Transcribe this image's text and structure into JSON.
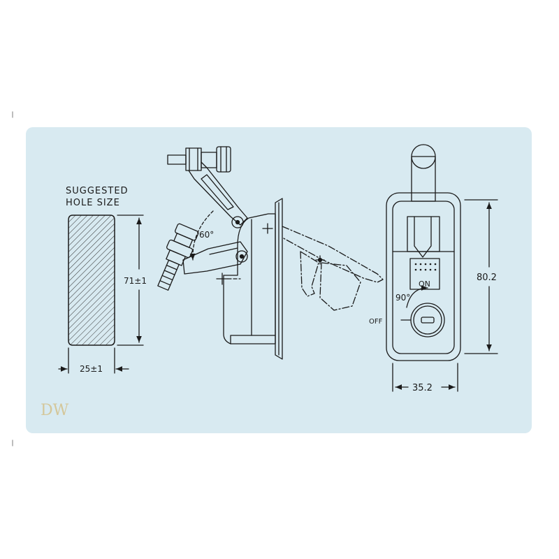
{
  "hole_label": [
    "SUGGESTED",
    "HOLE SIZE"
  ],
  "dimensions": {
    "hole_height": "71±1",
    "hole_width": "25±1",
    "body_height": "80.2",
    "body_width": "35.2"
  },
  "angles": {
    "swing": "60°",
    "rotation": "90°"
  },
  "positions": {
    "on": "ON",
    "off": "OFF"
  },
  "watermark": "DW",
  "colors": {
    "panel": "#d8eaf1",
    "line": "#1a1a1a"
  }
}
